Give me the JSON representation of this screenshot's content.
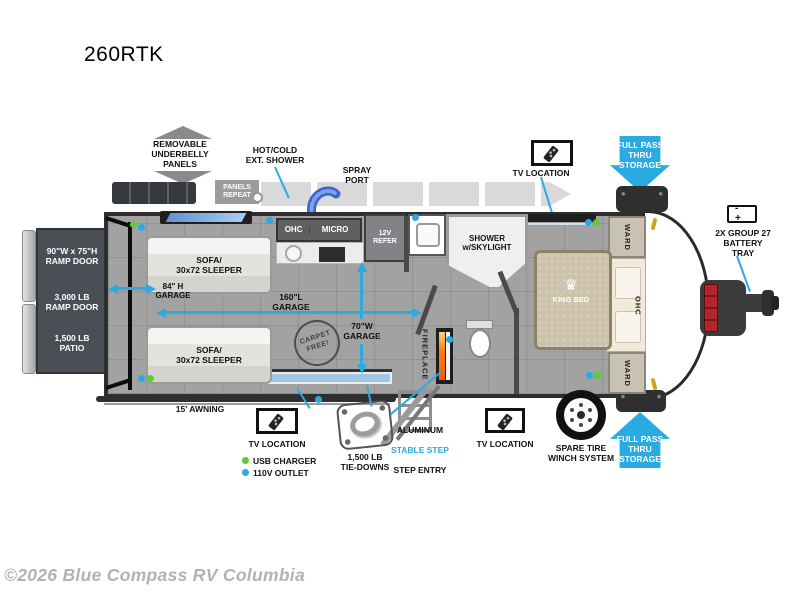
{
  "title": "260RTK",
  "copyright": "©2026 Blue Compass RV Columbia",
  "colors": {
    "accent": "#29abe2",
    "usb_green": "#5ccc33",
    "outlet_blue": "#29abe2"
  },
  "icons": {
    "crown": "♛",
    "battery_terminals": "- +"
  },
  "callouts": {
    "underbelly": "REMOVABLE\nUNDERBELLY\nPANELS",
    "panels_repeat": "PANELS\nREPEAT",
    "ext_shower": "HOT/COLD\nEXT. SHOWER",
    "spray_port": "SPRAY\nPORT",
    "tv_location_top": "TV LOCATION",
    "full_pass_top": "FULL PASS\nTHRU\nSTORAGE",
    "battery_tray": "2X GROUP 27\nBATTERY\nTRAY",
    "awning": "15' AWNING",
    "tv_location_bottom_left": "TV LOCATION",
    "usb_charger": "USB CHARGER",
    "outlet_110v": "110V OUTLET",
    "tie_downs": "1,500 LB\nTIE-DOWNS",
    "step_entry_line1": "ALUMINUM",
    "step_entry_line2": "STABLE STEP",
    "step_entry_line3": "STEP ENTRY",
    "tv_location_bottom_right": "TV LOCATION",
    "spare_tire": "SPARE TIRE\nWINCH SYSTEM",
    "full_pass_bottom": "FULL PASS\nTHRU\nSTORAGE"
  },
  "ramp": {
    "door_size": "90\"W x 75\"H\nRAMP DOOR",
    "door_capacity": "3,000 LB\nRAMP DOOR",
    "patio_capacity": "1,500 LB\nPATIO"
  },
  "rooms": {
    "sofa_top": "SOFA/\n30x72 SLEEPER",
    "sofa_bottom": "SOFA/\n30x72 SLEEPER",
    "garage_height": "84\" H\nGARAGE",
    "garage_length": "160\"L\nGARAGE",
    "garage_width": "70\"W\nGARAGE",
    "carpet_free": "CARPET\nFREE!",
    "ohc": "OHC",
    "micro": "MICRO",
    "refrigerator": "12V REFER",
    "shower": "SHOWER\nw/SKYLIGHT",
    "fireplace": "FIREPLACE",
    "king_bed": "KING BED",
    "ward_top": "WARD",
    "ward_bottom": "WARD",
    "bed_ohc": "OHC"
  }
}
